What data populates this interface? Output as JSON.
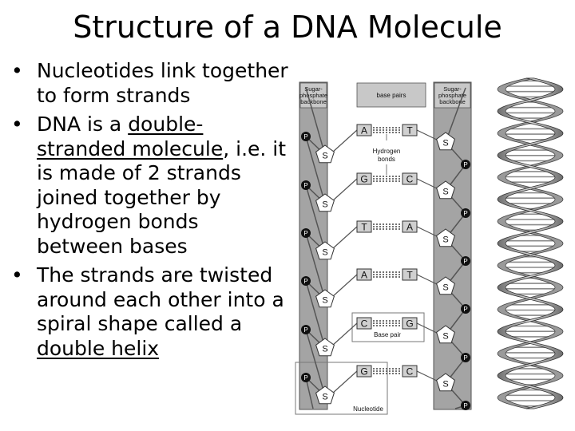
{
  "slide": {
    "title": "Structure of a DNA Molecule",
    "bullets": [
      {
        "parts": [
          {
            "text": "Nucleotides link together to form strands",
            "underline": false
          }
        ]
      },
      {
        "parts": [
          {
            "text": "DNA is  a ",
            "underline": false
          },
          {
            "text": "double-stranded molecule",
            "underline": true
          },
          {
            "text": ", i.e. it is made of 2 strands joined together by hydrogen bonds between bases",
            "underline": false
          }
        ]
      },
      {
        "parts": [
          {
            "text": "The strands are twisted around each other into a spiral shape called a ",
            "underline": false
          },
          {
            "text": "double helix",
            "underline": true
          }
        ]
      }
    ]
  },
  "diagram": {
    "header_left": [
      "Sugar-",
      "phosphate",
      "backbone"
    ],
    "header_center": "base pairs",
    "header_right": [
      "Sugar-",
      "phosphate",
      "backbone"
    ],
    "phosphate_label": "P",
    "sugar_label": "S",
    "pairs": [
      {
        "left": "A",
        "right": "T"
      },
      {
        "left": "G",
        "right": "C"
      },
      {
        "left": "T",
        "right": "A"
      },
      {
        "left": "A",
        "right": "T"
      },
      {
        "left": "C",
        "right": "G"
      },
      {
        "left": "G",
        "right": "C"
      }
    ],
    "hydrogen_bonds_label": [
      "Hydrogen",
      "bonds"
    ],
    "base_pair_label": "Base pair",
    "nucleotide_label": "Nucleotide"
  }
}
